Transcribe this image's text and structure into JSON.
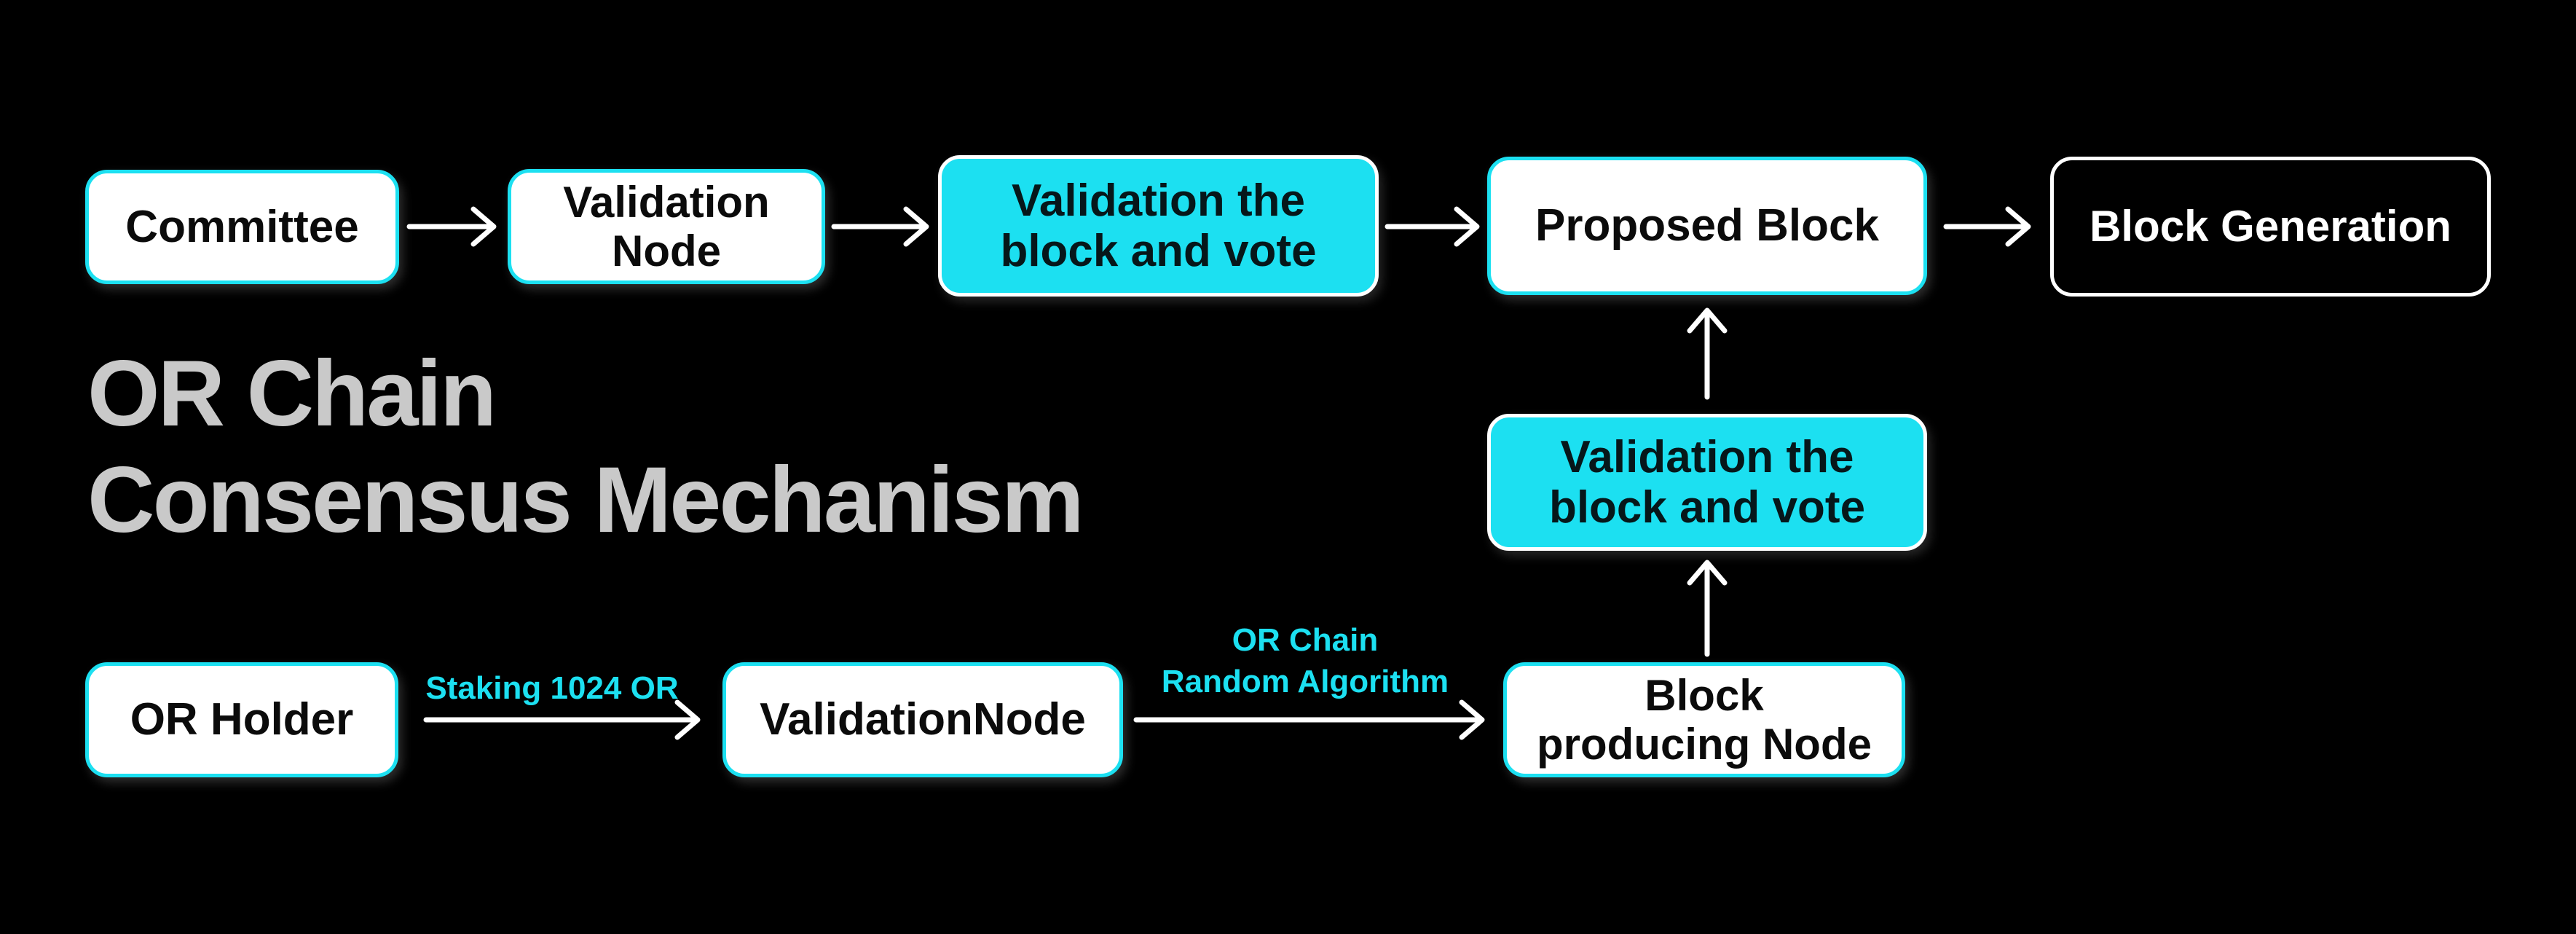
{
  "diagram": {
    "title": "OR Chain\nConsensus Mechanism",
    "nodes": {
      "committee": "Committee",
      "validation_node": "Validation\nNode",
      "validation_vote_top": "Validation the\nblock and vote",
      "proposed_block": "Proposed Block",
      "block_generation": "Block Generation",
      "validation_vote_mid": "Validation the\nblock and vote",
      "or_holder": "OR Holder",
      "validation_node_2": "ValidationNode",
      "block_producing_node": "Block\nproducing Node"
    },
    "edge_labels": {
      "staking": "Staking 1024 OR",
      "random_algorithm": "OR Chain\nRandom Algorithm"
    },
    "colors": {
      "background": "#000000",
      "accent_cyan": "#1CE0F1",
      "box_white_fill": "#FFFFFF",
      "box_dark_fill": "#000000",
      "box_text_dark": "#0B0B0B",
      "box_text_white": "#FFFFFF",
      "title_gray": "#C9C9C9",
      "arrow_white": "#FFFFFF"
    }
  }
}
